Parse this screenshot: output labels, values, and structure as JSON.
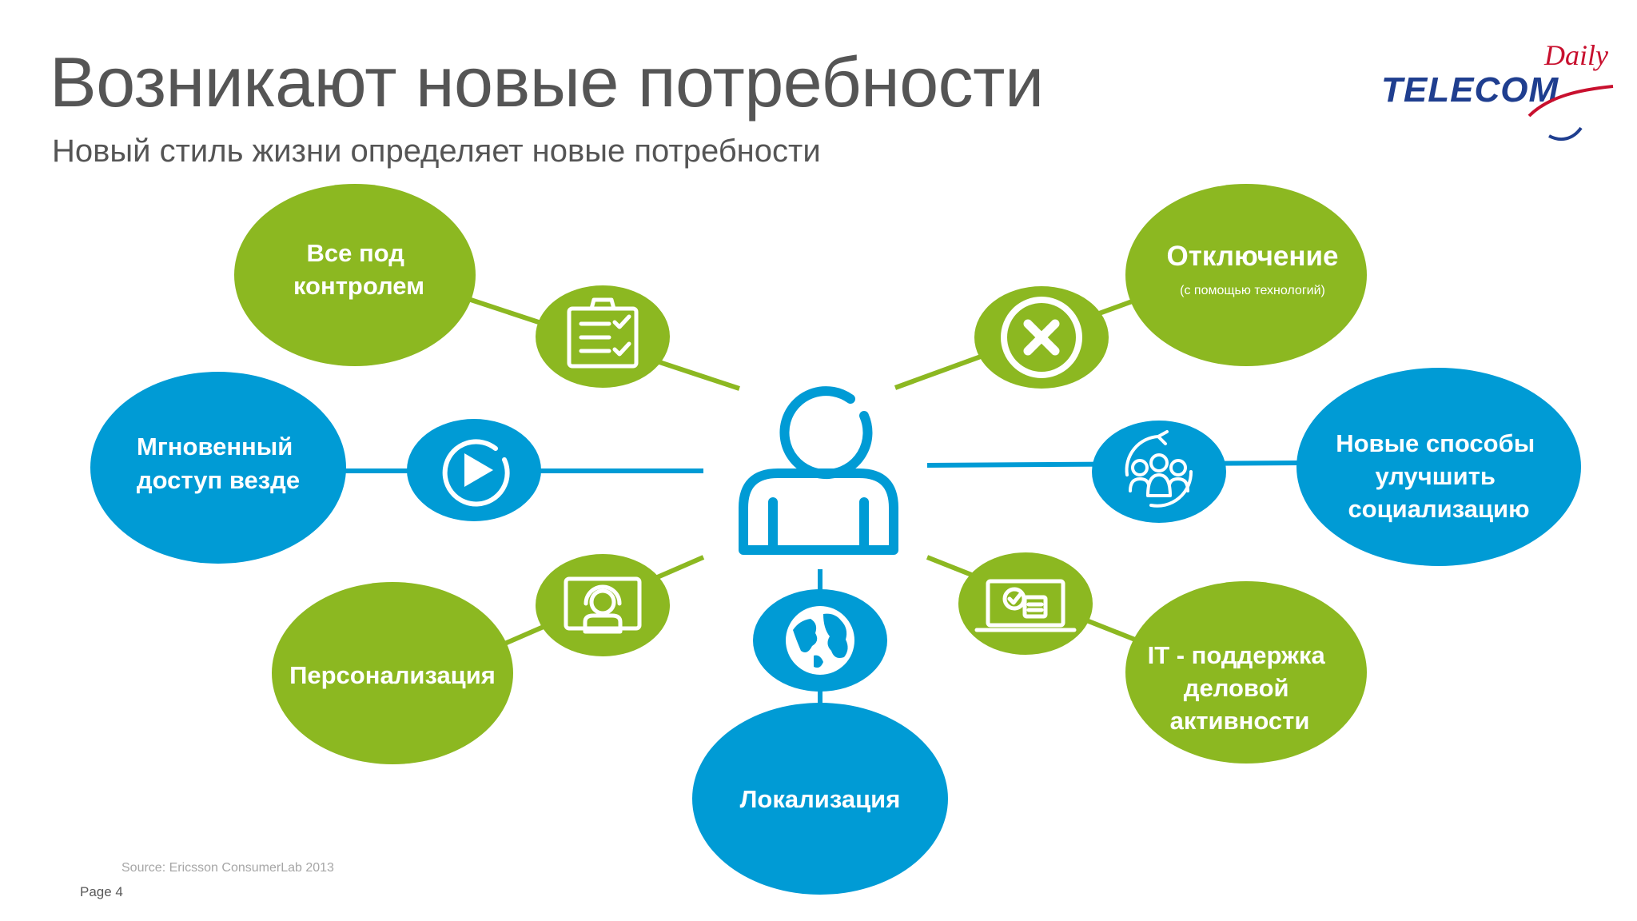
{
  "title": "Возникают новые потребности",
  "subtitle": "Новый стиль жизни определяет новые потребности",
  "logo": {
    "main": "TELECOM",
    "daily": "Daily"
  },
  "colors": {
    "green": "#8cb821",
    "blue": "#009bd5",
    "text": "#555555"
  },
  "center_icon": "person-icon",
  "nodes": [
    {
      "id": "control",
      "lines": [
        "Все под",
        "контролем"
      ],
      "icon": "clipboard-checklist-icon",
      "color": "green"
    },
    {
      "id": "instant-access",
      "lines": [
        "Мгновенный",
        "доступ везде"
      ],
      "icon": "play-icon",
      "color": "blue"
    },
    {
      "id": "personalization",
      "lines": [
        "Персонализация"
      ],
      "icon": "user-headset-icon",
      "color": "green"
    },
    {
      "id": "localization",
      "lines": [
        "Локализация"
      ],
      "icon": "globe-icon",
      "color": "blue"
    },
    {
      "id": "disconnect",
      "lines": [
        "Отключение"
      ],
      "sub": "(с помощью технологий)",
      "icon": "close-icon",
      "color": "green"
    },
    {
      "id": "socialization",
      "lines": [
        "Новые способы",
        "улучшить",
        "социализацию"
      ],
      "icon": "group-icon",
      "color": "blue"
    },
    {
      "id": "it-support",
      "lines": [
        "IT - поддержка",
        "деловой",
        "активности"
      ],
      "icon": "laptop-check-icon",
      "color": "green"
    }
  ],
  "source": "Source: Ericsson ConsumerLab 2013",
  "page": "Page 4"
}
